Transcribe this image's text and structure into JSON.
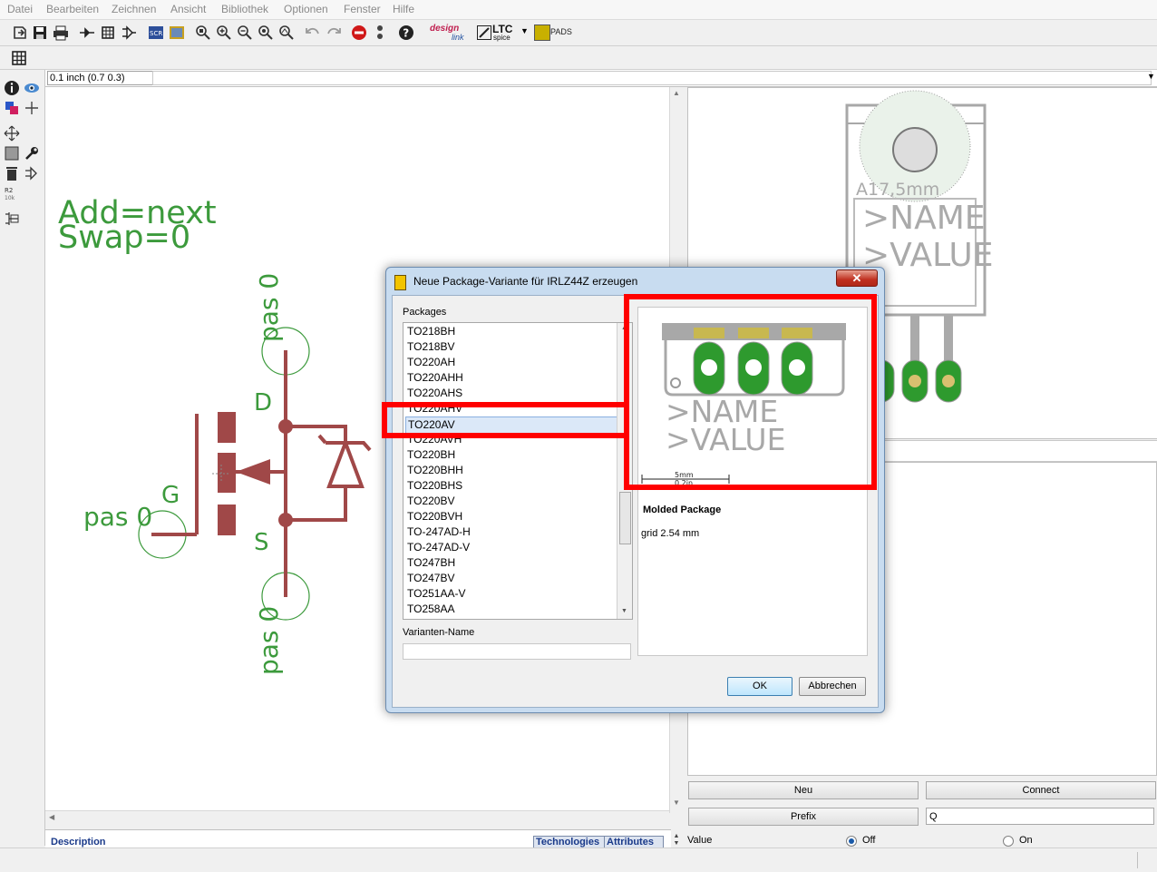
{
  "menu": [
    "Datei",
    "Bearbeiten",
    "Zeichnen",
    "Ansicht",
    "Bibliothek",
    "Optionen",
    "Fenster",
    "Hilfe"
  ],
  "toolbar": {
    "designlink_label": "design",
    "designlink_sub": "link",
    "ltc_label": "LTC",
    "ltc_sub": "spice",
    "pads_label": "PADS"
  },
  "coordbar": {
    "grid_readout": "0.1 inch (0.7 0.3)"
  },
  "schematic": {
    "add_text": "Add=next",
    "swap_text": "Swap=0",
    "pin_top_label": "pas 0",
    "pin_bottom_label": "pas 0",
    "pin_left_label": "pas 0",
    "drain_label": "D",
    "gate_label": "G",
    "source_label": "S"
  },
  "bottom_tabs": {
    "description": "Description",
    "technologies": "Technologies",
    "attributes": "Attributes"
  },
  "package_view": {
    "size_label": "A17,5mm",
    "name_text": ">NAME",
    "value_text": ">VALUE"
  },
  "right_panel": {
    "new_button": "Neu",
    "connect_button": "Connect",
    "prefix_button": "Prefix",
    "prefix_value": "Q",
    "value_label": "Value",
    "off_label": "Off",
    "on_label": "On",
    "value_setting": "Off"
  },
  "dialog": {
    "title": "Neue Package-Variante für IRLZ44Z erzeugen",
    "packages_label": "Packages",
    "packages": [
      "TO218BH",
      "TO218BV",
      "TO220AH",
      "TO220AHH",
      "TO220AHS",
      "TO220AHV",
      "TO220AV",
      "TO220AVH",
      "TO220BH",
      "TO220BHH",
      "TO220BHS",
      "TO220BV",
      "TO220BVH",
      "TO-247AD-H",
      "TO-247AD-V",
      "TO247BH",
      "TO247BV",
      "TO251AA-V",
      "TO258AA"
    ],
    "selected_package": "TO220AV",
    "variant_name_label": "Varianten-Name",
    "variant_name_value": "",
    "preview_name": ">NAME",
    "preview_value": ">VALUE",
    "scale_mm": "5mm",
    "scale_in": "0.2in",
    "package_title": "Molded Package",
    "package_grid": "grid 2.54 mm",
    "ok_button": "OK",
    "cancel_button": "Abbrechen"
  },
  "colors": {
    "schematic_green": "#3c9a3c",
    "symbol_red": "#a04848",
    "highlight_red": "#ff0000",
    "pad_green": "#2e9a2e"
  }
}
